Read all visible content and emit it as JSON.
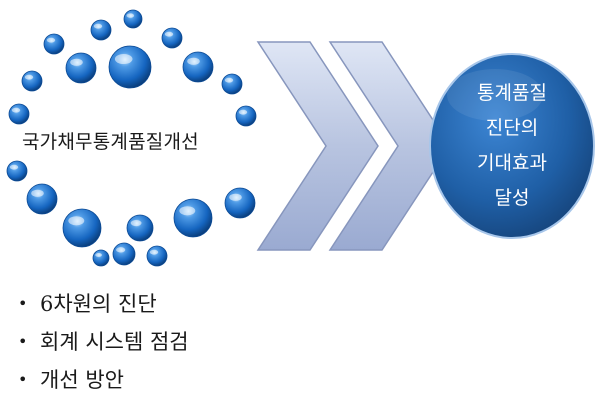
{
  "diagram": {
    "source_label": "국가채무통계품질개선",
    "target_lines": [
      "통계품질",
      "진단의",
      "기대효과",
      "달성"
    ],
    "bullets": [
      "6차원의 진단",
      "회계 시스템 점검",
      "개선 방안"
    ],
    "colors": {
      "bubble": "#1565c0",
      "bubble_highlight": "#9fd0ff",
      "chevron": "#b8c4e0",
      "chevron_edge": "#8796bd",
      "target_circle": "#1f5fa6"
    }
  }
}
